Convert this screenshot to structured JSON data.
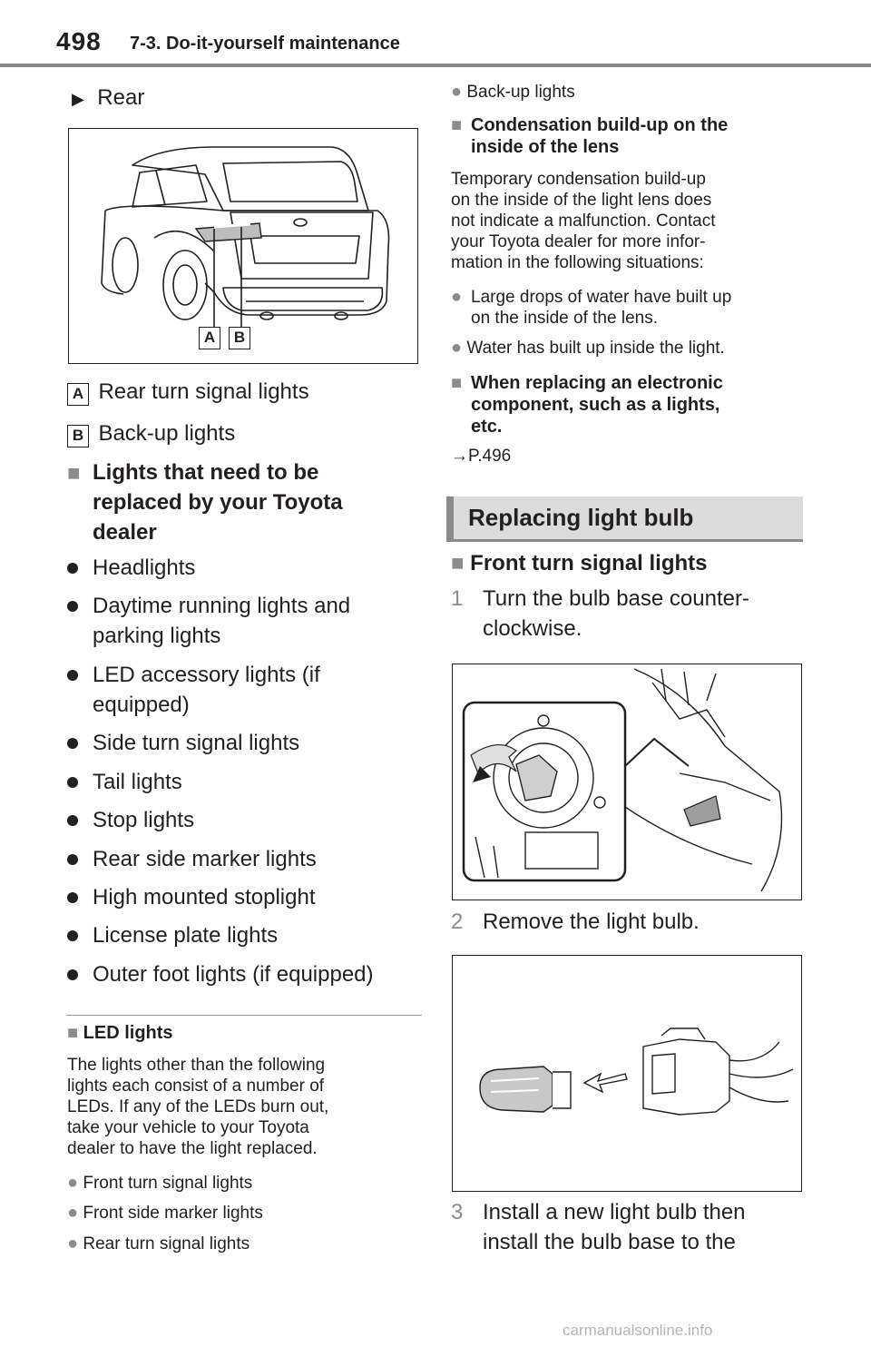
{
  "header": {
    "page_number": "498",
    "section": "7-3. Do-it-yourself maintenance"
  },
  "left": {
    "rear_heading": "Rear",
    "legend": [
      {
        "tag": "A",
        "text": "Rear turn signal lights"
      },
      {
        "tag": "B",
        "text": "Back-up lights"
      }
    ],
    "dealer_heading_line1": "Lights that need to be",
    "dealer_heading_line2": "replaced by your Toyota",
    "dealer_heading_line3": "dealer",
    "dealer_items": [
      [
        "Headlights"
      ],
      [
        "Daytime running lights and",
        "parking lights"
      ],
      [
        "LED accessory lights (if",
        "equipped)"
      ],
      [
        "Side turn signal lights"
      ],
      [
        "Tail lights"
      ],
      [
        "Stop lights"
      ],
      [
        "Rear side marker lights"
      ],
      [
        "High mounted stoplight"
      ],
      [
        "License plate lights"
      ],
      [
        "Outer foot lights (if equipped)"
      ]
    ],
    "led_heading": "LED lights",
    "led_paragraph": [
      "The lights other than the following",
      "lights each consist of a number of",
      "LEDs. If any of the LEDs burn out,",
      "take your vehicle to your Toyota",
      "dealer to have the light replaced."
    ],
    "led_items": [
      "Front turn signal lights",
      "Front side marker lights",
      "Rear turn signal lights"
    ]
  },
  "right": {
    "top_item": "Back-up lights",
    "cond_heading": [
      "Condensation build-up on the",
      "inside of the lens"
    ],
    "cond_paragraph": [
      "Temporary condensation build-up",
      "on the inside of the light lens does",
      "not indicate a malfunction. Contact",
      "your Toyota dealer for more infor-",
      "mation in the following situations:"
    ],
    "cond_items": [
      [
        "Large drops of water have built up",
        "on the inside of the lens."
      ],
      [
        "Water has built up inside the light."
      ]
    ],
    "replace_heading": [
      "When replacing an electronic",
      "component, such as a lights,",
      "etc."
    ],
    "page_ref": "P.496",
    "banner": "Replacing light bulb",
    "front_heading": "Front turn signal lights",
    "steps": [
      {
        "num": "1",
        "lines": [
          "Turn the bulb base counter-",
          "clockwise."
        ]
      },
      {
        "num": "2",
        "lines": [
          "Remove the light bulb."
        ]
      },
      {
        "num": "3",
        "lines": [
          "Install a new light bulb then",
          "install the bulb base to the"
        ]
      }
    ]
  },
  "diagram_labels": [
    "A",
    "B"
  ],
  "watermark": "carmanualsonline.info"
}
